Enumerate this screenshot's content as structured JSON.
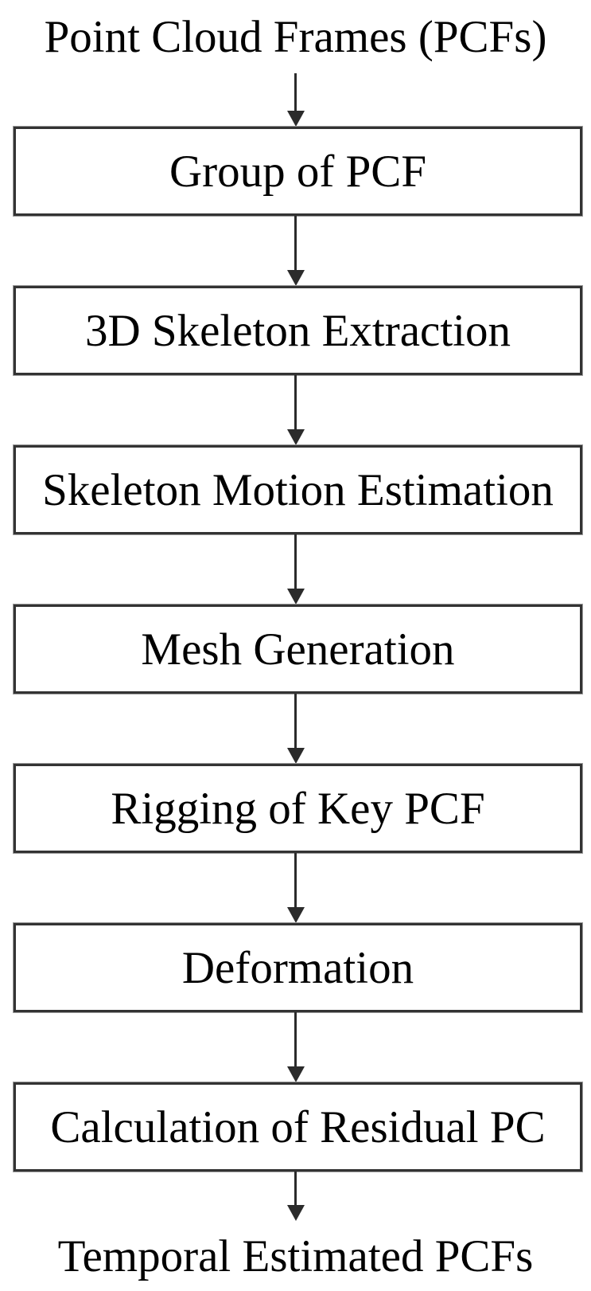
{
  "flow": {
    "start_label": "Point Cloud Frames (PCFs)",
    "steps": [
      {
        "label": "Group of PCF"
      },
      {
        "label": "3D Skeleton Extraction"
      },
      {
        "label": "Skeleton Motion Estimation"
      },
      {
        "label": "Mesh Generation"
      },
      {
        "label": "Rigging of Key PCF"
      },
      {
        "label": "Deformation"
      },
      {
        "label": "Calculation of Residual PC"
      }
    ],
    "end_label": "Temporal Estimated PCFs",
    "colors": {
      "background": "#ffffff",
      "box_fill": "#ffffff",
      "box_border": "#333333",
      "arrow": "#2b2b2b",
      "text": "#000000"
    }
  }
}
